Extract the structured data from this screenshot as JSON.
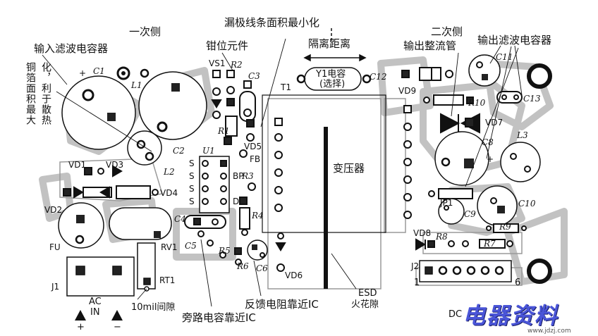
{
  "labels": {
    "primary_side": "一次侧",
    "secondary_side": "二次侧",
    "input_filter_cap": "输入滤波电容器",
    "output_filter_cap": "输出滤波电容器",
    "clamp_components": "钳位元件",
    "drain_trace_note": "漏极线条面积最小化",
    "isolation_distance": "隔离距离",
    "y1_cap_line1": "Y1电容",
    "y1_cap_line2": "(选择)",
    "output_rectifier": "输出整流管",
    "copper_area_note_line1": "铜箔面积最大",
    "copper_area_note_line2": "化，利于散热",
    "transformer": "变压器",
    "esd_line1": "ESD",
    "esd_line2": "火花隙",
    "feedback_resistor_note": "反馈电阻靠近IC",
    "bypass_cap_note": "旁路电容靠近IC",
    "gap_10mil": "10mil间隙",
    "ac_in_line1": "AC",
    "ac_in_line2": "IN",
    "plus": "+",
    "minus": "−",
    "dc_out": "DC",
    "j2_pin1": "1",
    "j2_pin6": "6"
  },
  "refdes": {
    "C1": "C1",
    "L1": "L1",
    "VS1": "VS1",
    "R2": "R2",
    "C3": "C3",
    "T1": "T1",
    "C12": "C12",
    "VD9": "VD9",
    "C11": "C11",
    "R10": "R10",
    "C13": "C13",
    "R1": "R1",
    "C2": "C2",
    "L2": "L2",
    "FB": "FB",
    "VD5": "VD5",
    "U1": "U1",
    "BP": "BP",
    "R3": "R3",
    "VD7": "VD7",
    "C8": "C8",
    "L3": "L3",
    "VD1": "VD1",
    "VD3": "VD3",
    "VD4": "VD4",
    "VD2": "VD2",
    "C4": "C4",
    "R4": "R4",
    "JP1": "JP1",
    "C9": "C9",
    "C10": "C10",
    "C5": "C5",
    "R5": "R5",
    "R6": "R6",
    "C6": "C6",
    "VD8": "VD8",
    "R8": "R8",
    "R9": "R9",
    "R7": "R7",
    "FU": "FU",
    "RV1": "RV1",
    "RT1": "RT1",
    "J1": "J1",
    "J2": "J2",
    "VD6": "VD6",
    "S1": "S",
    "S2": "S",
    "S3": "S",
    "S4": "S",
    "D": "D"
  },
  "watermark": {
    "title": "电器资料",
    "url": "www.jdzj.com"
  },
  "colors": {
    "ink": "#111111",
    "trace": "#c7c7c7",
    "trace_dark": "#9a9a9a",
    "pad": "#222222",
    "watermark": "#4a55d8"
  }
}
